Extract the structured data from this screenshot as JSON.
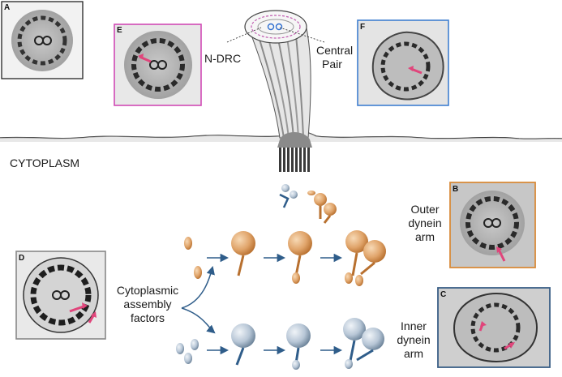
{
  "labels": {
    "ndrc": "N-DRC",
    "central_pair_1": "Central",
    "central_pair_2": "Pair",
    "cytoplasm": "CYTOPLASM",
    "assembly_1": "Cytoplasmic",
    "assembly_2": "assembly",
    "assembly_3": "factors",
    "outer_1": "Outer",
    "outer_2": "dynein",
    "outer_3": "arm",
    "inner_1": "Inner",
    "inner_2": "dynein",
    "inner_3": "arm"
  },
  "panels": {
    "a": "A",
    "b": "B",
    "c": "C",
    "d": "D",
    "e": "E",
    "f": "F"
  },
  "colors": {
    "outer_dynein": "#d4883a",
    "inner_dynein": "#2f5d8a",
    "arrow": "#2f5d8a",
    "highlight_arrow": "#e0457b",
    "panel_b_border": "#d88b3a",
    "panel_c_border": "#3a5f86",
    "panel_e_border": "#d04ab5",
    "panel_f_border": "#3f7fd0",
    "panel_a_border": "#222222",
    "panel_d_border": "#888888"
  }
}
